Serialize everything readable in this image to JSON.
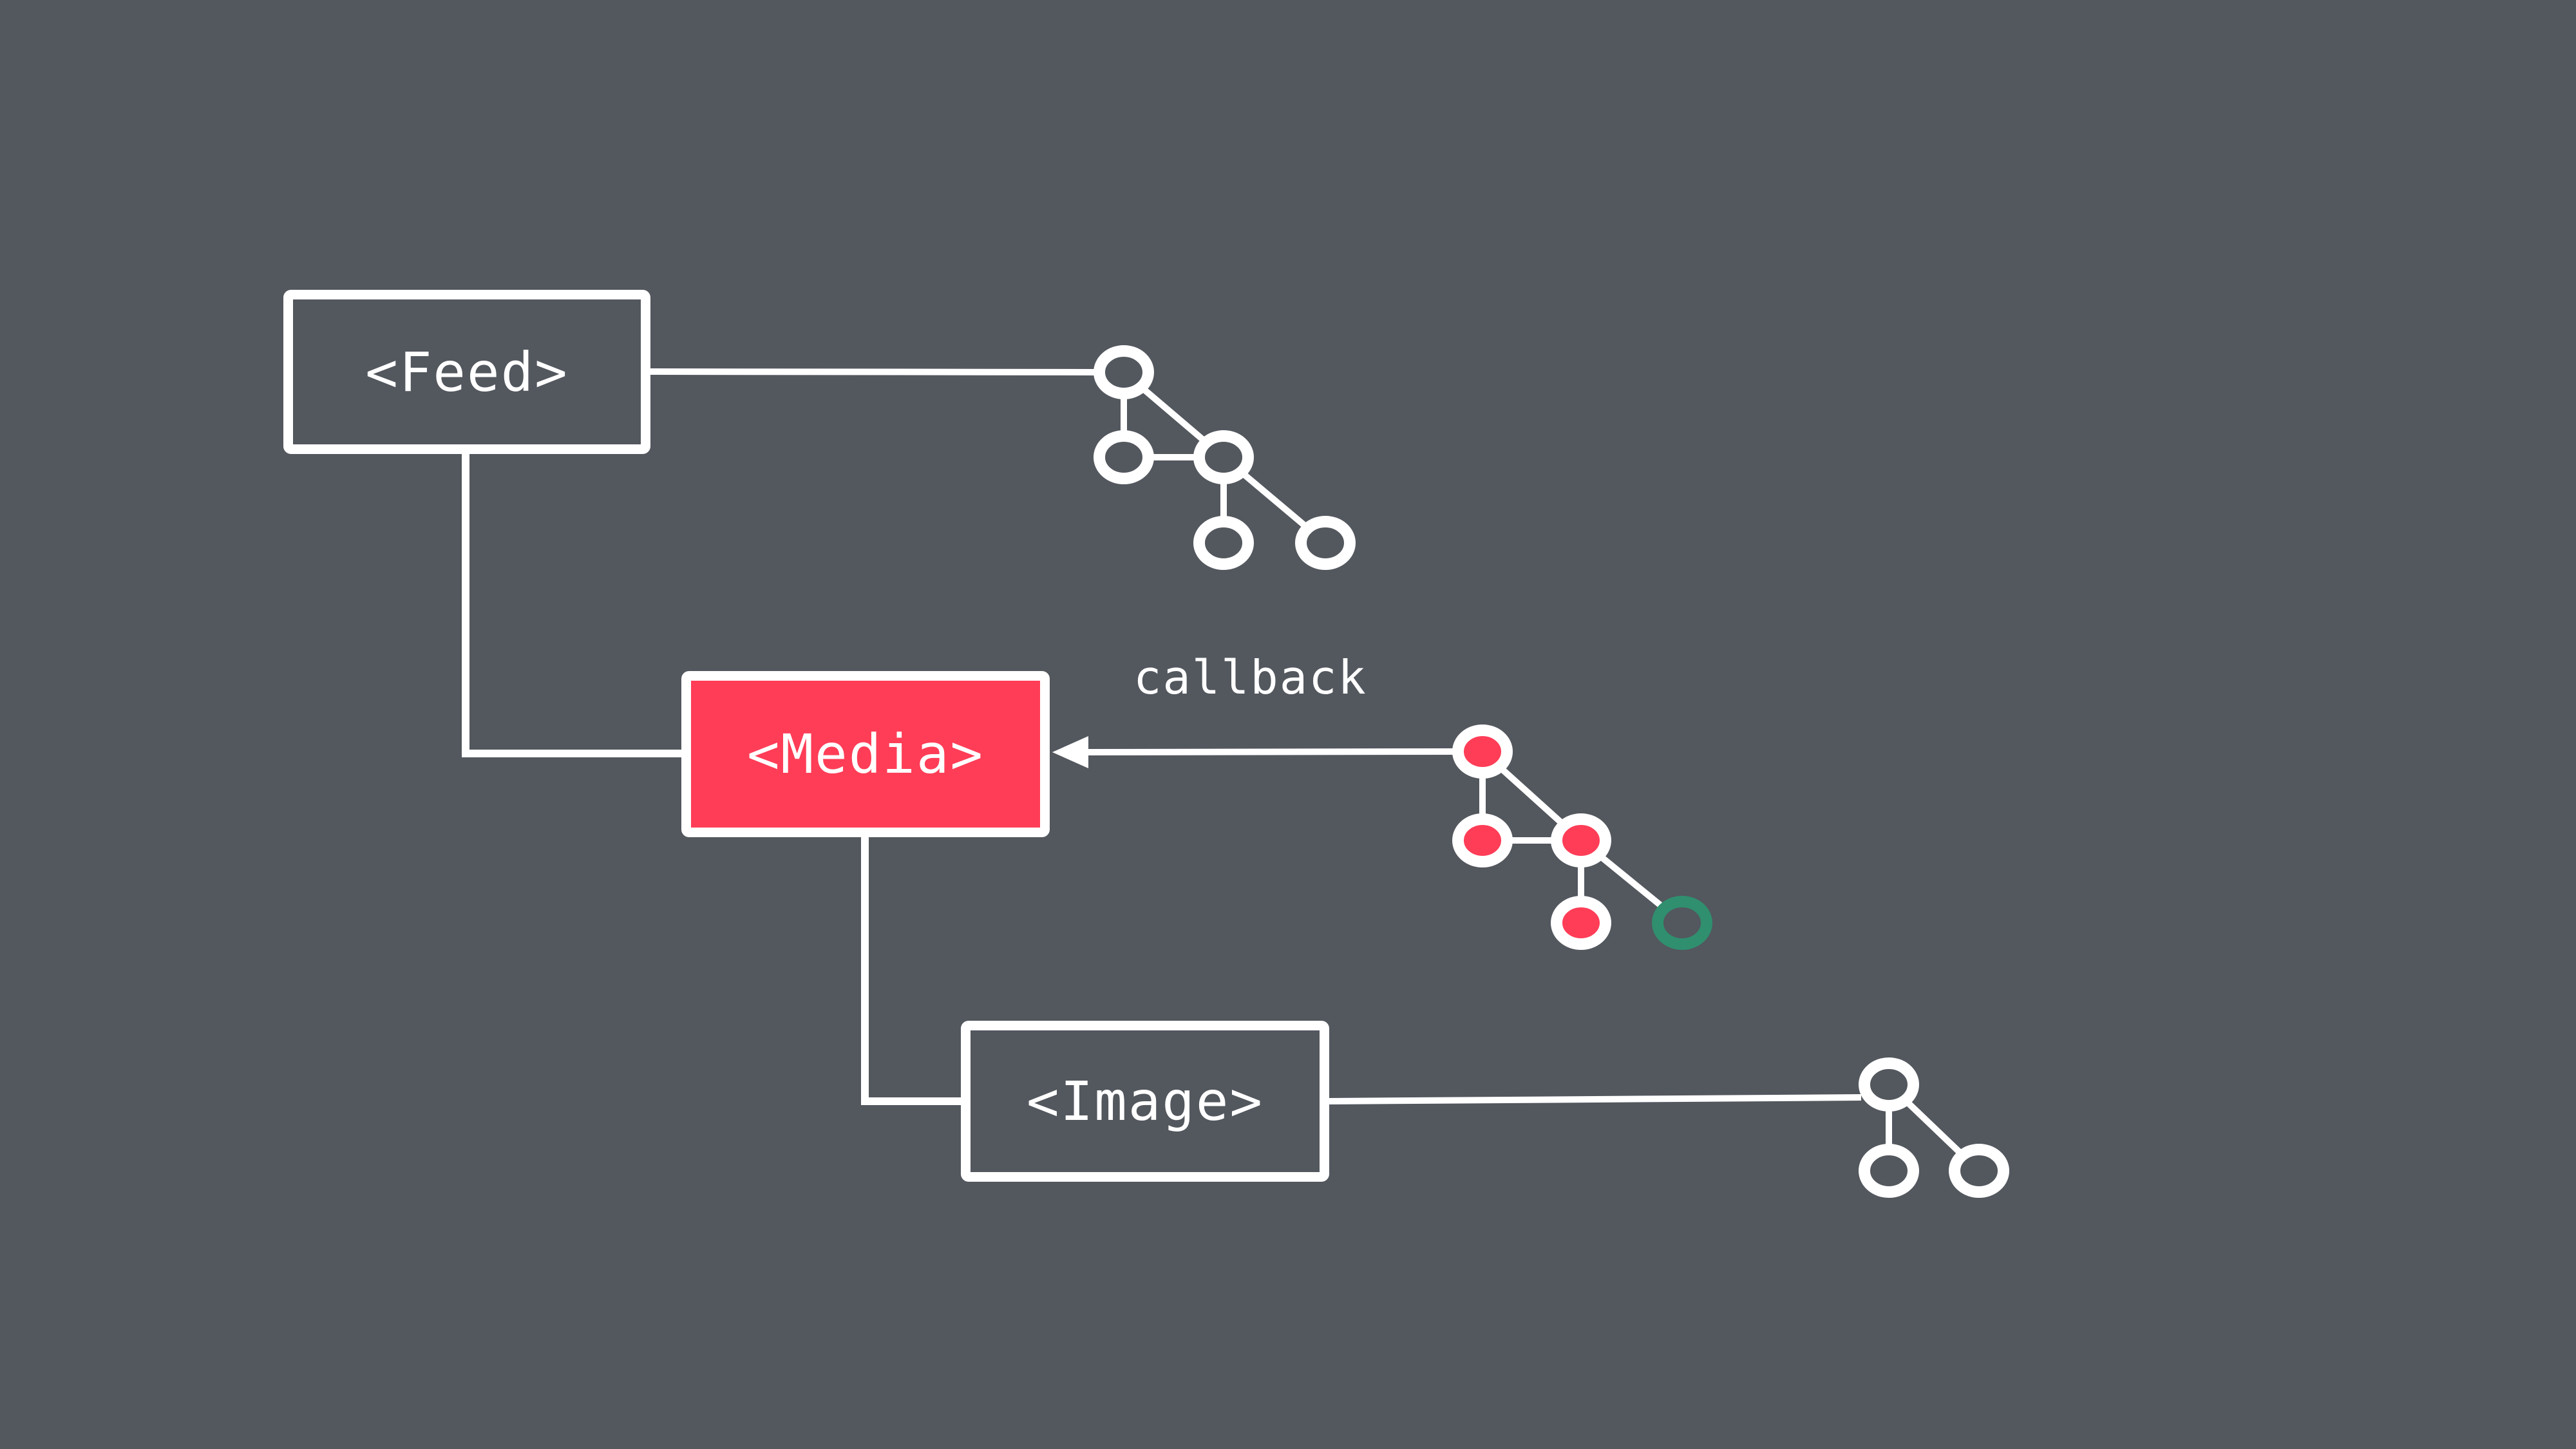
{
  "colors": {
    "background": "#53575e",
    "stroke": "#ffffff",
    "active_fill": "#ff3d57",
    "new_node": "#2f8f6e"
  },
  "components": {
    "feed": {
      "label": "<Feed>",
      "highlighted": false
    },
    "media": {
      "label": "<Media>",
      "highlighted": true
    },
    "image": {
      "label": "<Image>",
      "highlighted": false
    }
  },
  "edges": {
    "callback_label": "callback"
  },
  "trees": {
    "feed_tree": {
      "nodes": 5,
      "style": "hollow"
    },
    "media_tree": {
      "nodes": 5,
      "filled": 4,
      "new": 1
    },
    "image_tree": {
      "nodes": 3,
      "style": "hollow"
    }
  }
}
